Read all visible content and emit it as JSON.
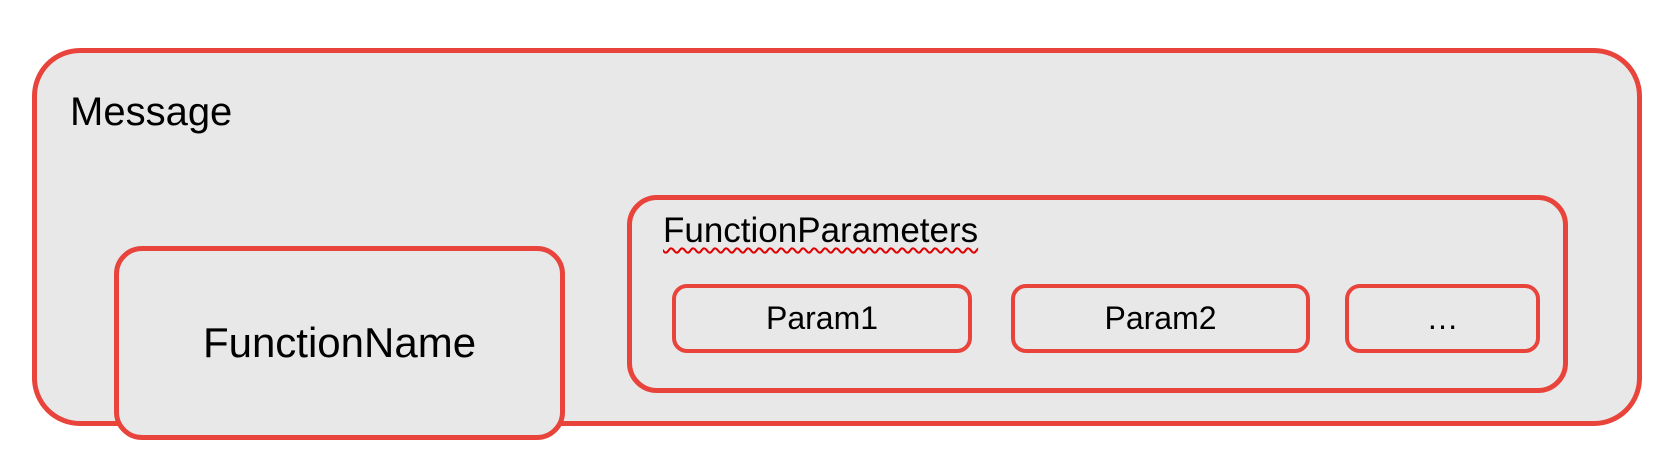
{
  "diagram": {
    "message": {
      "label": "Message"
    },
    "function_name": {
      "label": "FunctionName"
    },
    "function_parameters": {
      "label": "FunctionParameters",
      "params": [
        "Param1",
        "Param2",
        "…"
      ]
    },
    "colors": {
      "box_border_red": "#e8443c",
      "squiggle_red": "#e10000",
      "box_fill_gray": "#e8e8e8",
      "text_black": "#000000",
      "page_background": "#ffffff"
    }
  }
}
